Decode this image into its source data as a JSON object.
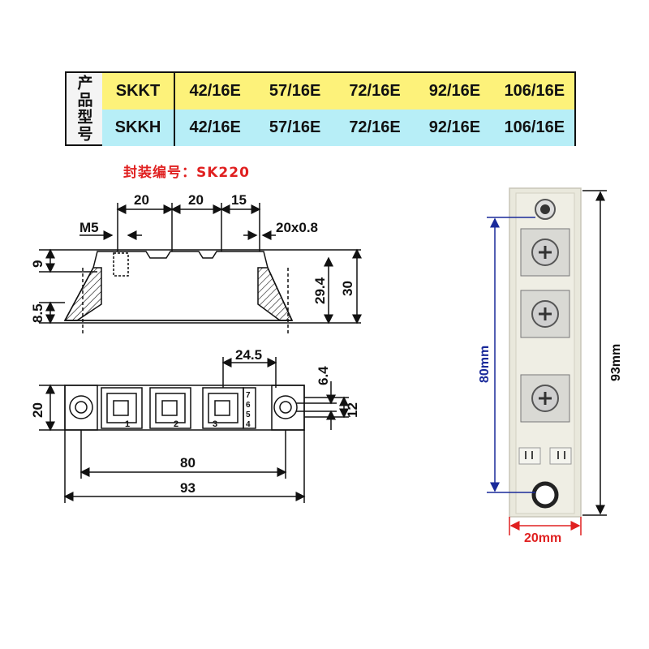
{
  "table": {
    "header_label": "产品型号",
    "rows": [
      {
        "series": "SKKT",
        "models": [
          "42/16E",
          "57/16E",
          "72/16E",
          "92/16E",
          "106/16E"
        ]
      },
      {
        "series": "SKKH",
        "models": [
          "42/16E",
          "57/16E",
          "72/16E",
          "92/16E",
          "106/16E"
        ]
      }
    ],
    "colors": {
      "row1": "#fdf27a",
      "row2": "#b7eef7"
    }
  },
  "package": {
    "code_text": "封装编号：SK220",
    "color": "#e02020"
  },
  "side_view": {
    "dims": {
      "d1": "20",
      "d2": "20",
      "d3": "15",
      "screw": "M5",
      "terminal": "20x0.8",
      "h_top": "9",
      "h_inner": "29.4",
      "h_total": "30",
      "h_base": "8.5"
    }
  },
  "top_view": {
    "dims": {
      "pitch": "24.5",
      "width": "20",
      "hole_small": "6.4",
      "hole": "12",
      "hole_span": "80",
      "length": "93"
    },
    "terminal_numbers": [
      "1",
      "2",
      "3"
    ],
    "aux_pins": [
      "7",
      "6",
      "5",
      "4"
    ]
  },
  "photo_dims": {
    "height_span": "80mm",
    "total": "93mm",
    "width": "20mm",
    "colors": {
      "height_span": "#1a2a9a",
      "total": "#111111",
      "width": "#e02020"
    }
  }
}
